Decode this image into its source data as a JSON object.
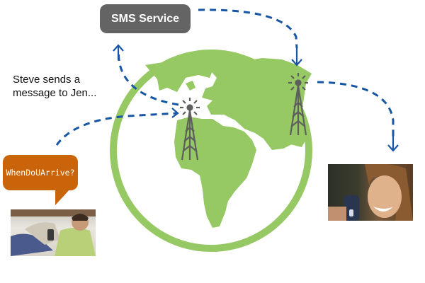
{
  "diagram": {
    "title": "SMS message flow",
    "sms_service": {
      "label": "SMS Service",
      "color": "#646464"
    },
    "caption": {
      "line1": "Steve sends a",
      "line2": "message to Jen..."
    },
    "message_bubble": {
      "text": "WhenDoUArrive?",
      "color": "#c9640a"
    },
    "sender": {
      "name": "Steve",
      "image": "man-reading-phone-photo"
    },
    "recipient": {
      "name": "Jen",
      "image": "woman-laughing-phone-photo"
    },
    "globe": {
      "color": "#96c864"
    },
    "towers": [
      {
        "id": "tower-sender",
        "position": "europe-africa"
      },
      {
        "id": "tower-recipient",
        "position": "asia"
      }
    ],
    "arrow_color": "#1756a5",
    "flow": [
      "Steve phone -> sender tower",
      "sender tower -> SMS Service",
      "SMS Service -> recipient tower",
      "recipient tower -> Jen phone"
    ]
  }
}
